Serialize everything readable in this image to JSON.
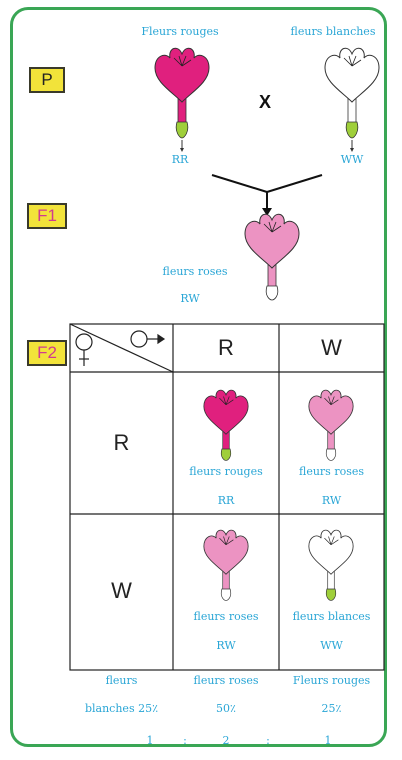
{
  "colors": {
    "border": "#3aa655",
    "text": "#2aa6d6",
    "red": "#e0207e",
    "pink": "#ec93c2",
    "white": "#ffffff",
    "green": "#9fcf3a",
    "badge": "#f2e33a"
  },
  "parents": {
    "left": {
      "label": "Fleurs rouges",
      "genotype": "RR",
      "icon": "red-flower-icon"
    },
    "right": {
      "label": "fleurs blanches",
      "genotype": "WW",
      "icon": "white-flower-icon"
    },
    "cross_symbol": "X"
  },
  "generations": {
    "p": "P",
    "f1": "F1",
    "f2": "F2"
  },
  "f1": {
    "label": "fleurs roses",
    "genotype": "RW",
    "icon": "pink-flower-icon"
  },
  "grid": {
    "female_icon": "female-symbol-icon",
    "male_icon": "male-symbol-icon",
    "col_headers": [
      "R",
      "W"
    ],
    "row_headers": [
      "R",
      "W"
    ],
    "cells": [
      [
        {
          "label": "fleurs rouges",
          "genotype": "RR",
          "color": "red"
        },
        {
          "label": "fleurs roses",
          "genotype": "RW",
          "color": "pink"
        }
      ],
      [
        {
          "label": "fleurs roses",
          "genotype": "RW",
          "color": "pink"
        },
        {
          "label": "fleurs blances",
          "genotype": "WW",
          "color": "white"
        }
      ]
    ]
  },
  "summary": {
    "col1": {
      "line1": "fleurs",
      "line2": "blanches 25٪"
    },
    "col2": {
      "line1": "fleurs roses",
      "line2": "50٪"
    },
    "col3": {
      "line1": "Fleurs rouges",
      "line2": "25٪"
    },
    "ratio": [
      "1",
      ":",
      "2",
      ":",
      "1"
    ]
  }
}
